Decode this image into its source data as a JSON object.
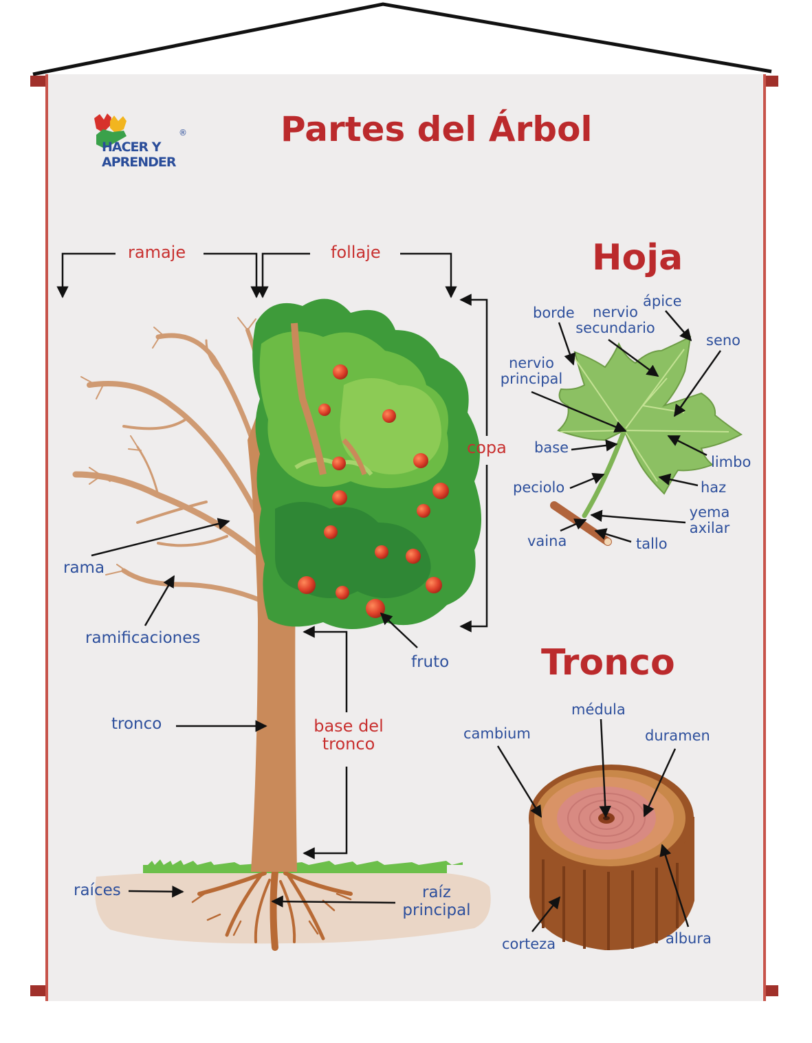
{
  "title": "Partes del Árbol",
  "logo": {
    "line1": "HACER Y",
    "line2": "APRENDER",
    "mark": "®"
  },
  "headings": {
    "hoja": "Hoja",
    "tronco": "Tronco"
  },
  "tree_labels": {
    "ramaje": "ramaje",
    "follaje": "follaje",
    "copa": "copa",
    "rama": "rama",
    "ramificaciones": "ramificaciones",
    "fruto": "fruto",
    "tronco": "tronco",
    "base_del_tronco": [
      "base del",
      "tronco"
    ],
    "raices": "raíces",
    "raiz_principal": [
      "raíz",
      "principal"
    ]
  },
  "leaf_labels": {
    "borde": "borde",
    "nervio_secundario": [
      "nervio",
      "secundario"
    ],
    "apice": "ápice",
    "seno": "seno",
    "nervio_principal": [
      "nervio",
      "principal"
    ],
    "base": "base",
    "limbo": "limbo",
    "peciolo": "peciolo",
    "haz": "haz",
    "yema_axilar": [
      "yema",
      "axilar"
    ],
    "vaina": "vaina",
    "tallo": "tallo"
  },
  "trunk_labels": {
    "medula": "médula",
    "cambium": "cambium",
    "duramen": "duramen",
    "corteza": "corteza",
    "albura": "albura"
  },
  "colors": {
    "background": "#efeded",
    "title_red": "#bb2a2c",
    "label_blue": "#2d4f9c",
    "label_red": "#c8302f",
    "trunk_brown": "#c98a5a",
    "foliage_green": "#3f9a3a",
    "leaf_green": "#8cc063",
    "fruit_red": "#e1442b",
    "soil": "#ead6c6",
    "grass": "#6cbf4a"
  }
}
